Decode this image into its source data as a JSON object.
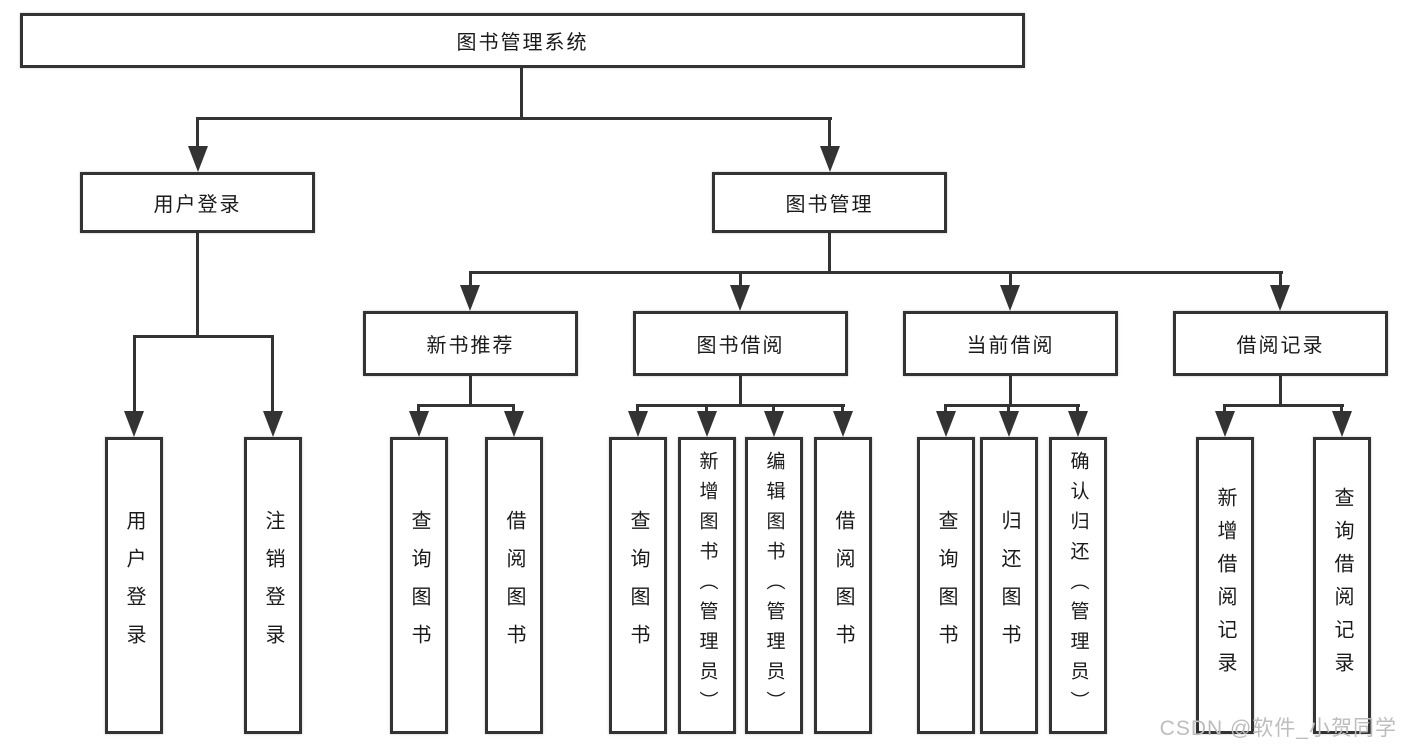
{
  "page": {
    "background_color": "#ffffff",
    "line_color": "#333333",
    "text_color": "#1a1a1a",
    "watermark_color": "#bdbdbd"
  },
  "watermark": {
    "text": "CSDN @软件_小贺同学"
  },
  "tree": {
    "root": {
      "label": "图书管理系统"
    },
    "level2": [
      {
        "label": "用户登录"
      },
      {
        "label": "图书管理"
      }
    ],
    "level3": [
      {
        "label": "新书推荐",
        "parent": "图书管理"
      },
      {
        "label": "图书借阅",
        "parent": "图书管理"
      },
      {
        "label": "当前借阅",
        "parent": "图书管理"
      },
      {
        "label": "借阅记录",
        "parent": "图书管理"
      }
    ],
    "leaves": [
      {
        "label": "用户登录",
        "parent": "用户登录"
      },
      {
        "label": "注销登录",
        "parent": "用户登录"
      },
      {
        "label": "查询图书",
        "parent": "新书推荐"
      },
      {
        "label": "借阅图书",
        "parent": "新书推荐"
      },
      {
        "label": "查询图书",
        "parent": "图书借阅"
      },
      {
        "label": "新增图书（管理员）",
        "parent": "图书借阅"
      },
      {
        "label": "编辑图书（管理员）",
        "parent": "图书借阅"
      },
      {
        "label": "借阅图书",
        "parent": "图书借阅"
      },
      {
        "label": "查询图书",
        "parent": "当前借阅"
      },
      {
        "label": "归还图书",
        "parent": "当前借阅"
      },
      {
        "label": "确认归还（管理员）",
        "parent": "当前借阅"
      },
      {
        "label": "新增借阅记录",
        "parent": "借阅记录"
      },
      {
        "label": "查询借阅记录",
        "parent": "借阅记录"
      }
    ]
  }
}
